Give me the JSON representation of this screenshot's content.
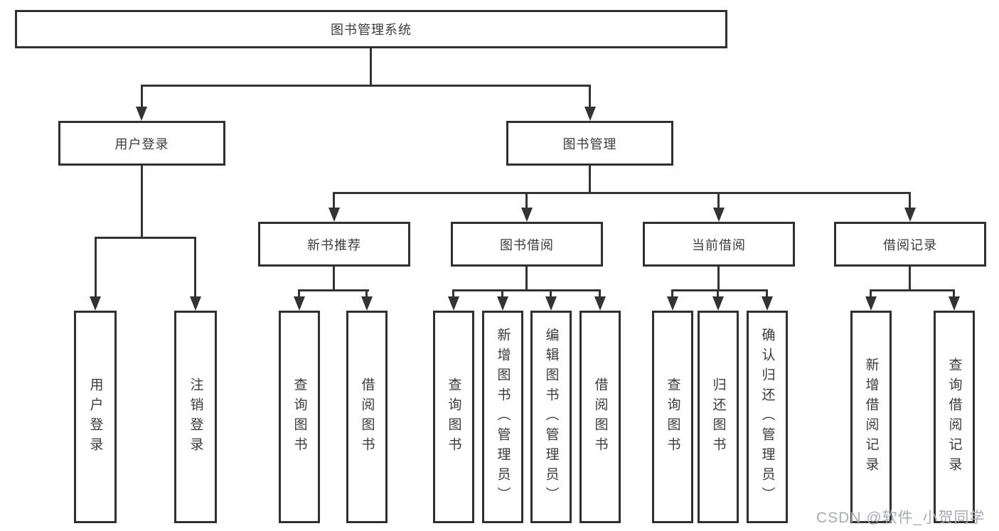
{
  "diagram": {
    "root": "图书管理系统",
    "level2": {
      "user_login": "用户登录",
      "book_mgmt": "图书管理"
    },
    "level3": {
      "new_book_rec": "新书推荐",
      "book_borrow": "图书借阅",
      "current_borrow": "当前借阅",
      "borrow_records": "借阅记录"
    },
    "leaves": {
      "user_login": "用户登录",
      "logout": "注销登录",
      "query_book_rec": "查询图书",
      "borrow_book_rec": "借阅图书",
      "query_book_borrow": "查询图书",
      "add_book_admin": "新增图书（管理员）",
      "edit_book_admin": "编辑图书（管理员）",
      "borrow_book_borrow": "借阅图书",
      "query_book_current": "查询图书",
      "return_book": "归还图书",
      "confirm_return_admin": "确认归还（管理员）",
      "add_borrow_record": "新增借阅记录",
      "query_borrow_record": "查询借阅记录"
    }
  },
  "watermark": {
    "text": "CSDN @软件_小贺同学",
    "color": "#a9abb3"
  },
  "colors": {
    "line": "#333333",
    "box_border": "#303030",
    "text": "#3b3b3b",
    "background": "#ffffff"
  }
}
